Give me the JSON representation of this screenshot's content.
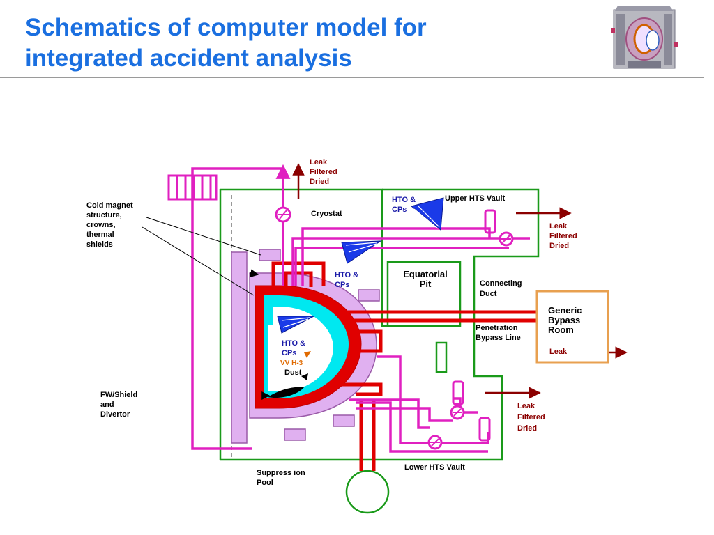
{
  "title": {
    "line1": "Schematics of computer model for",
    "line2": "integrated accident analysis"
  },
  "logo_icon": "iter-tokamak-cutaway-image",
  "colors": {
    "title": "#1a6fe0",
    "magenta_pipe": "#e020c0",
    "red_pipe": "#e00000",
    "green_boundary": "#1a9a1a",
    "purple_fill": "#e0b0f0",
    "cyan_fill": "#00e8f0",
    "dark_red_arrow": "#8b0000",
    "bypass_box": "#e8a050",
    "hto_triangle": "#1a3ae8"
  },
  "labels": {
    "leak_top": [
      "Leak",
      "Filtered",
      "Dried"
    ],
    "leak_right": [
      "Leak",
      "Filtered",
      "Dried"
    ],
    "leak_bottom": [
      "Leak",
      "Filtered",
      "Dried"
    ],
    "leak_bypass": "Leak",
    "cold_magnet": [
      "Cold magnet",
      "structure,",
      "crowns,",
      "thermal",
      "shields"
    ],
    "cryostat": "Cryostat",
    "hto_upper": [
      "HTO &",
      "CPs"
    ],
    "upper_hts_vault": "Upper HTS Vault",
    "hto_mid": [
      "HTO &",
      "CPs"
    ],
    "equatorial_pit": [
      "Equatorial",
      "Pit"
    ],
    "connecting_duct": [
      "Connecting",
      "Duct"
    ],
    "generic_bypass_room": [
      "Generic",
      "Bypass",
      "Room"
    ],
    "penetration_bypass_line": [
      "Penetration",
      "Bypass Line"
    ],
    "hto_vv": [
      "HTO &",
      "CPs"
    ],
    "vv_h3": "VV H-3",
    "dust": "Dust",
    "fw_shield": [
      "FW/Shield",
      "and",
      "Divertor"
    ],
    "suppression_pool": [
      "Suppress ion",
      "Pool"
    ],
    "lower_hts_vault": "Lower HTS Vault"
  }
}
